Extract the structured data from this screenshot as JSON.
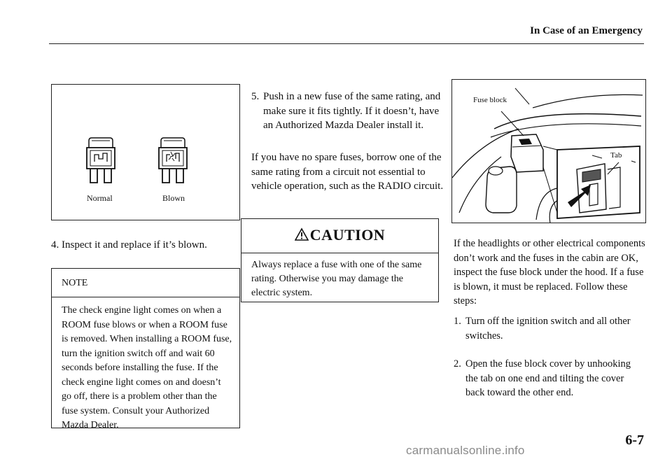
{
  "header": {
    "title": "In Case of an Emergency"
  },
  "figure_fuses": {
    "label_normal": "Normal",
    "label_blown": "Blown"
  },
  "left": {
    "step4": "4. Inspect it and replace if it’s blown.",
    "note": {
      "title": "NOTE",
      "text": "The check engine light comes on when a ROOM fuse blows or when a ROOM fuse is removed. When installing a ROOM fuse, turn the ignition switch off and wait 60 seconds before installing the fuse. If the check engine light comes on and doesn’t go off, there is a problem other than the fuse system. Consult your Authorized Mazda Dealer."
    }
  },
  "middle": {
    "step5_num": "5.",
    "step5_text": "Push in a new fuse of the same rating, and make sure it fits tightly. If it doesn’t, have an Authorized Mazda Dealer install it.",
    "spare_text": "If you have no spare fuses, borrow one of the same rating from a circuit not essential to vehicle operation, such as the RADIO circuit.",
    "caution": {
      "title": "CAUTION",
      "text": "Always replace a fuse with one of the same rating. Otherwise you may damage the electric system."
    }
  },
  "figure_fuseblock": {
    "label_fuse_block": "Fuse block",
    "label_tab": "Tab"
  },
  "right": {
    "lights_text": "If the headlights or other electrical components don’t work and the fuses in the cabin are OK, inspect the fuse block under the hood. If a fuse is blown, it must be replaced. Follow these steps:",
    "step1_num": "1.",
    "step1_text": "Turn off the ignition switch and all other switches.",
    "step2_num": "2.",
    "step2_text": "Open the fuse block cover by unhooking the tab on one end and tilting the cover back toward the other end."
  },
  "footer": {
    "page_number": "6-7",
    "watermark": "carmanualsonline.info"
  }
}
